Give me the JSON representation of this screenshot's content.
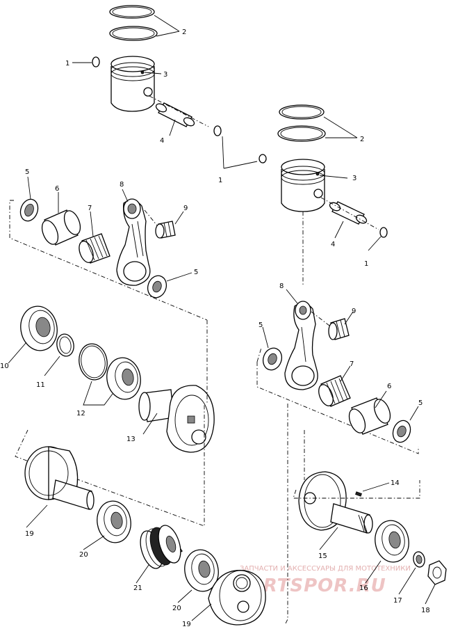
{
  "diagram": {
    "labels": {
      "n1": "1",
      "n2": "2",
      "n3": "3",
      "n4": "4",
      "n5": "5",
      "n6": "6",
      "n7": "7",
      "n8": "8",
      "n9": "9",
      "n10": "10",
      "n11": "11",
      "n12": "12",
      "n13": "13",
      "n14": "14",
      "n15": "15",
      "n16": "16",
      "n17": "17",
      "n18": "18",
      "n19": "19",
      "n20": "20",
      "n21": "21"
    }
  },
  "watermark": {
    "tagline": "ЗАПЧАСТИ И АКСЕССУАРЫ ДЛЯ МОТОТЕХНИКИ",
    "logo": "PARTSPOR.RU"
  },
  "colors": {
    "line": "#000000",
    "watermark": "#e3b0b0"
  }
}
